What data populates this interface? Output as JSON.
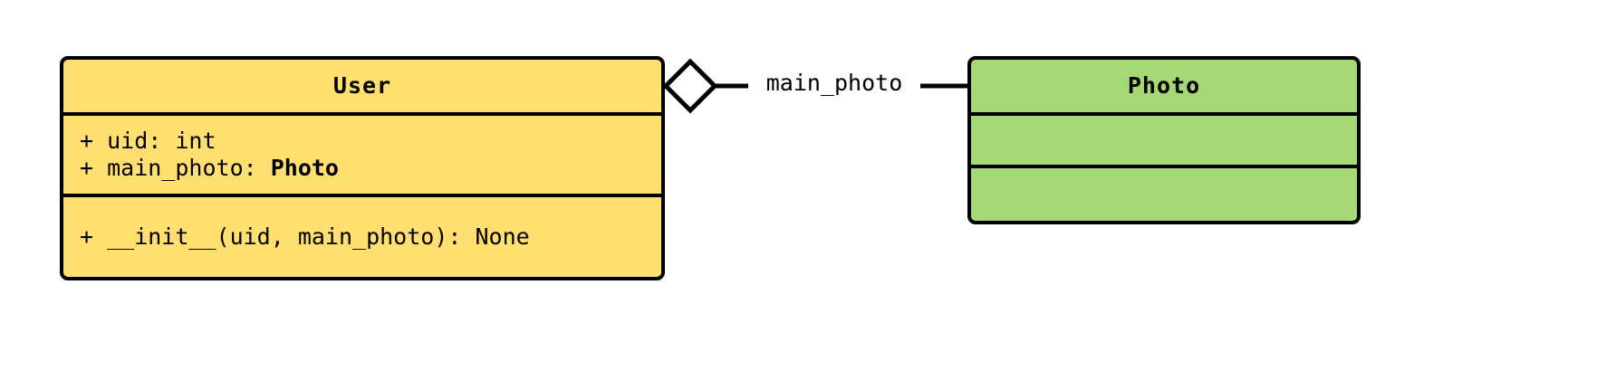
{
  "diagram": {
    "type": "uml-class-diagram",
    "background_color": "#ffffff",
    "line_color": "#000000",
    "classes": [
      {
        "name": "User",
        "fill_color": "#FFDF70",
        "attributes": [
          "+ uid: int",
          "+ main_photo: Photo"
        ],
        "attribute_parts": [
          {
            "plain": "+ uid: int",
            "bold": ""
          },
          {
            "plain": "+ main_photo: ",
            "bold": "Photo"
          }
        ],
        "methods": [
          "+ __init__(uid, main_photo): None"
        ]
      },
      {
        "name": "Photo",
        "fill_color": "#A5D976",
        "attributes": [],
        "methods": []
      }
    ],
    "relationship": {
      "kind": "aggregation",
      "label": "main_photo",
      "source": "User",
      "target": "Photo",
      "diamond_fill": "#ffffff",
      "diamond_stroke": "#000000"
    }
  }
}
